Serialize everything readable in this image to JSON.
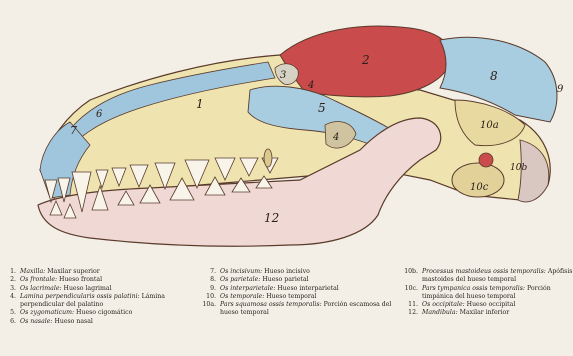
{
  "colors": {
    "background": "#f3efe6",
    "maxilla": "#efe3b0",
    "frontal": "#9fc6dd",
    "lacrimal": "#d6d2c4",
    "palatine": "#cfc3a0",
    "zygomatic": "#a8cde0",
    "nasal": "#9fc6dd",
    "incisive": "#9fc6dd",
    "parietal": "#c94b4b",
    "interparietal": "#c94b4b",
    "temporal": "#e8d9a0",
    "occipital": "#a8cde0",
    "mandible": "#f0d9d4",
    "bone_outline": "#5a3b2b"
  },
  "skull_labels": [
    {
      "id": "l1",
      "text": "1"
    },
    {
      "id": "l2",
      "text": "2"
    },
    {
      "id": "l3",
      "text": "3"
    },
    {
      "id": "l4",
      "text": "4"
    },
    {
      "id": "l4b",
      "text": "4"
    },
    {
      "id": "l5",
      "text": "5"
    },
    {
      "id": "l6",
      "text": "6"
    },
    {
      "id": "l7",
      "text": "7"
    },
    {
      "id": "l8",
      "text": "8"
    },
    {
      "id": "l9",
      "text": "9"
    },
    {
      "id": "l10a",
      "text": "10a"
    },
    {
      "id": "l10b",
      "text": "10b"
    },
    {
      "id": "l10c",
      "text": "10c"
    },
    {
      "id": "l12",
      "text": "12"
    }
  ],
  "legend": {
    "col1": [
      {
        "num": "1.",
        "latin": "Maxilla:",
        "spanish": "Maxilar superior"
      },
      {
        "num": "2.",
        "latin": "Os frontale:",
        "spanish": "Hueso frontal"
      },
      {
        "num": "3.",
        "latin": "Os lacrimale:",
        "spanish": "Hueso lagrimal"
      },
      {
        "num": "4.",
        "latin": "Lamina perpendicularis ossis palatini:",
        "spanish": "Lámina perpendicular del palatino"
      },
      {
        "num": "5.",
        "latin": "Os zygomaticum:",
        "spanish": "Hueso cigomático"
      },
      {
        "num": "6.",
        "latin": "Os nasale:",
        "spanish": "Hueso nasal"
      }
    ],
    "col2": [
      {
        "num": "7.",
        "latin": "Os incisivum:",
        "spanish": "Hueso incisivo"
      },
      {
        "num": "8.",
        "latin": "Os parietale:",
        "spanish": "Hueso parietal"
      },
      {
        "num": "9.",
        "latin": "Os interparietale:",
        "spanish": "Hueso interparietal"
      },
      {
        "num": "10.",
        "latin": "Os temporale:",
        "spanish": "Hueso temporal"
      },
      {
        "num": "10a.",
        "latin": "Pars squamosa ossis temporalis:",
        "spanish": "Porción escamosa del hueso temporal"
      }
    ],
    "col3": [
      {
        "num": "10b.",
        "latin": "Processus mastoideus ossis temporalis:",
        "spanish": "Apófisis mastoides del hueso temporal"
      },
      {
        "num": "10c.",
        "latin": "Pars tympanica ossis temporalis:",
        "spanish": "Porción timpánica del hueso temporal"
      },
      {
        "num": "11.",
        "latin": "Os occipitale:",
        "spanish": "Hueso occipital"
      },
      {
        "num": "12.",
        "latin": "Mandibula:",
        "spanish": "Maxilar inferior"
      }
    ]
  }
}
